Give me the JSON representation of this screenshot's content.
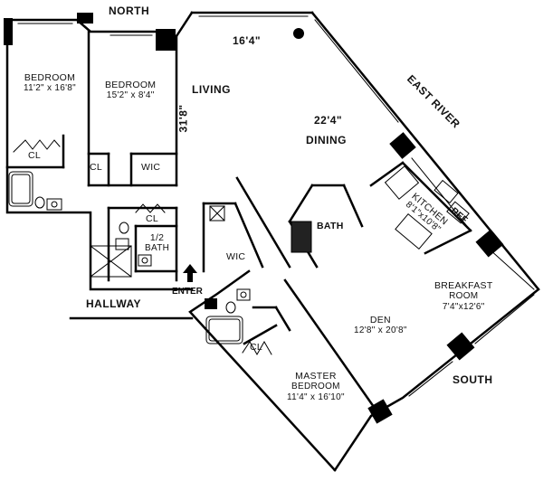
{
  "compass": {
    "north": "NORTH",
    "south": "SOUTH",
    "river": "EAST RIVER"
  },
  "hallway": "HALLWAY",
  "enter": "ENTER",
  "rooms": {
    "bedroom1": {
      "name": "BEDROOM",
      "dim": "11'2\" x 16'8\""
    },
    "bedroom2": {
      "name": "BEDROOM",
      "dim": "15'2\" x 8'4\""
    },
    "living": "LIVING",
    "dining": "DINING",
    "dim_16_4": "16'4\"",
    "dim_22_4": "22'4\"",
    "dim_31_8": "31'8\"",
    "kitchen": {
      "name": "KITCHEN",
      "dim": "8'1\"x10'8\""
    },
    "ref": "REF",
    "bath": "BATH",
    "half_bath": {
      "line1": "1/2",
      "line2": "BATH"
    },
    "breakfast": {
      "name1": "BREAKFAST",
      "name2": "ROOM",
      "dim": "7'4\"x12'6\""
    },
    "den": {
      "name": "DEN",
      "dim": "12'8\" x 20'8\""
    },
    "master": {
      "name1": "MASTER",
      "name2": "BEDROOM",
      "dim": "11'4\" x 16'10\""
    },
    "wic": "WIC",
    "cl": "CL"
  }
}
